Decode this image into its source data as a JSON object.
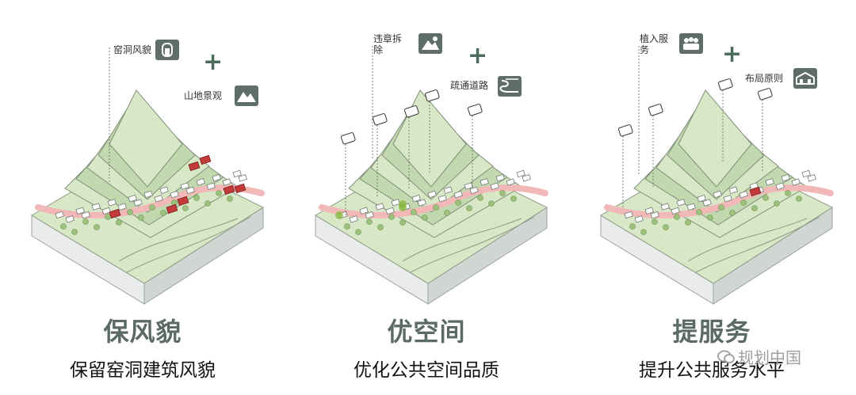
{
  "panels": [
    {
      "id": "preserve",
      "title": "保风貌",
      "subtitle": "保留窑洞建筑风貌",
      "labels": [
        {
          "text": "窑洞风貌",
          "icon": "cave-dwelling-icon"
        },
        {
          "text": "山地景观",
          "icon": "mountain-landscape-icon"
        }
      ],
      "plus": "+"
    },
    {
      "id": "optimize",
      "title": "优空间",
      "subtitle": "优化公共空间品质",
      "labels": [
        {
          "text": "违章拆\n除",
          "icon": "demolition-icon"
        },
        {
          "text": "疏通道路",
          "icon": "road-unblock-icon"
        }
      ],
      "plus": "+"
    },
    {
      "id": "service",
      "title": "提服务",
      "subtitle": "提升公共服务水平",
      "labels": [
        {
          "text": "植入服\n务",
          "icon": "service-people-icon"
        },
        {
          "text": "布局原则",
          "icon": "layout-building-icon"
        }
      ],
      "plus": "+"
    }
  ],
  "watermark": "规划中国",
  "colors": {
    "terrain": "#d8e8c6",
    "terrain_dark": "#c2d8ae",
    "side": "#e9ecea",
    "side_dark": "#d2d6d3",
    "road": "#f2b8b8",
    "red_building": "#c23a3a",
    "icon_bg": "#5e6e66",
    "title": "#5b6b63"
  }
}
